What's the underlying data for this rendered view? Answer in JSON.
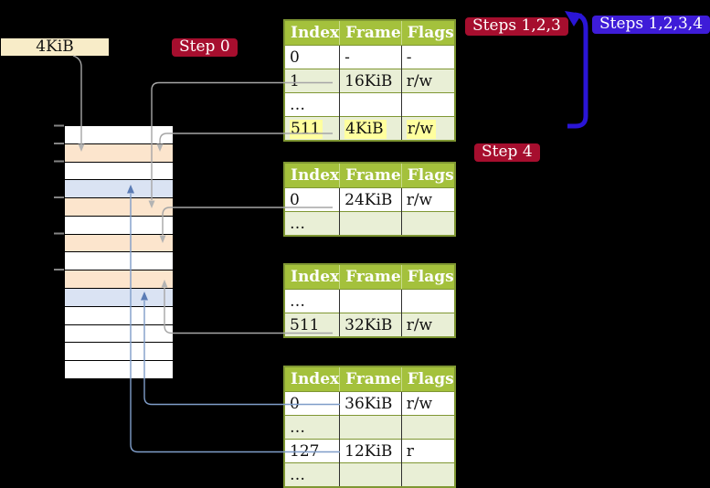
{
  "label_4kib": "4KiB",
  "badges": {
    "step0": "Step 0",
    "steps123": "Steps 1,2,3",
    "steps1234": "Steps 1,2,3,4",
    "step4": "Step 4"
  },
  "page_tables": {
    "headers": [
      "Index",
      "Frame",
      "Flags"
    ],
    "table1": {
      "rows": [
        {
          "index": "0",
          "frame": "-",
          "flags": "-"
        },
        {
          "index": "1",
          "frame": "16KiB",
          "flags": "r/w"
        },
        {
          "index": "…",
          "frame": "",
          "flags": ""
        },
        {
          "index": "511",
          "frame": "4KiB",
          "flags": "r/w"
        }
      ]
    },
    "table2": {
      "rows": [
        {
          "index": "0",
          "frame": "24KiB",
          "flags": "r/w"
        },
        {
          "index": "…",
          "frame": "",
          "flags": ""
        }
      ]
    },
    "table3": {
      "rows": [
        {
          "index": "…",
          "frame": "",
          "flags": ""
        },
        {
          "index": "511",
          "frame": "32KiB",
          "flags": "r/w"
        }
      ]
    },
    "table4": {
      "rows": [
        {
          "index": "0",
          "frame": "36KiB",
          "flags": "r/w"
        },
        {
          "index": "…",
          "frame": "",
          "flags": ""
        },
        {
          "index": "127",
          "frame": "12KiB",
          "flags": "r"
        },
        {
          "index": "…",
          "frame": "",
          "flags": ""
        }
      ]
    }
  },
  "memory": {
    "frames": [
      {
        "type": "free"
      },
      {
        "type": "page_table"
      },
      {
        "type": "free"
      },
      {
        "type": "mapped_page"
      },
      {
        "type": "page_table"
      },
      {
        "type": "free"
      },
      {
        "type": "page_table"
      },
      {
        "type": "free"
      },
      {
        "type": "page_table"
      },
      {
        "type": "mapped_page"
      },
      {
        "type": "free"
      },
      {
        "type": "free"
      },
      {
        "type": "free"
      },
      {
        "type": "free"
      }
    ]
  },
  "colors": {
    "table_header_bg": "#a4c13c",
    "table_row_alt_bg": "#e9efd6",
    "table_border": "#7f9733",
    "highlight_yellow": "#ffff9e",
    "frame_page_table": "#fce5cd",
    "frame_mapped_page": "#dae3f3",
    "frame_free": "#ffffff",
    "badge_red": "#a60e2e",
    "badge_blue": "#3e1cd8",
    "label_cream": "#f8ecc8",
    "line_gray": "#a6a6a6",
    "arrow_gray": "#b3b3b3",
    "line_blue": "#7f9dc9",
    "arrow_blue_dark": "#5b7cb5",
    "big_arrow_blue": "#2a15d6",
    "tick_gray": "#848484"
  }
}
